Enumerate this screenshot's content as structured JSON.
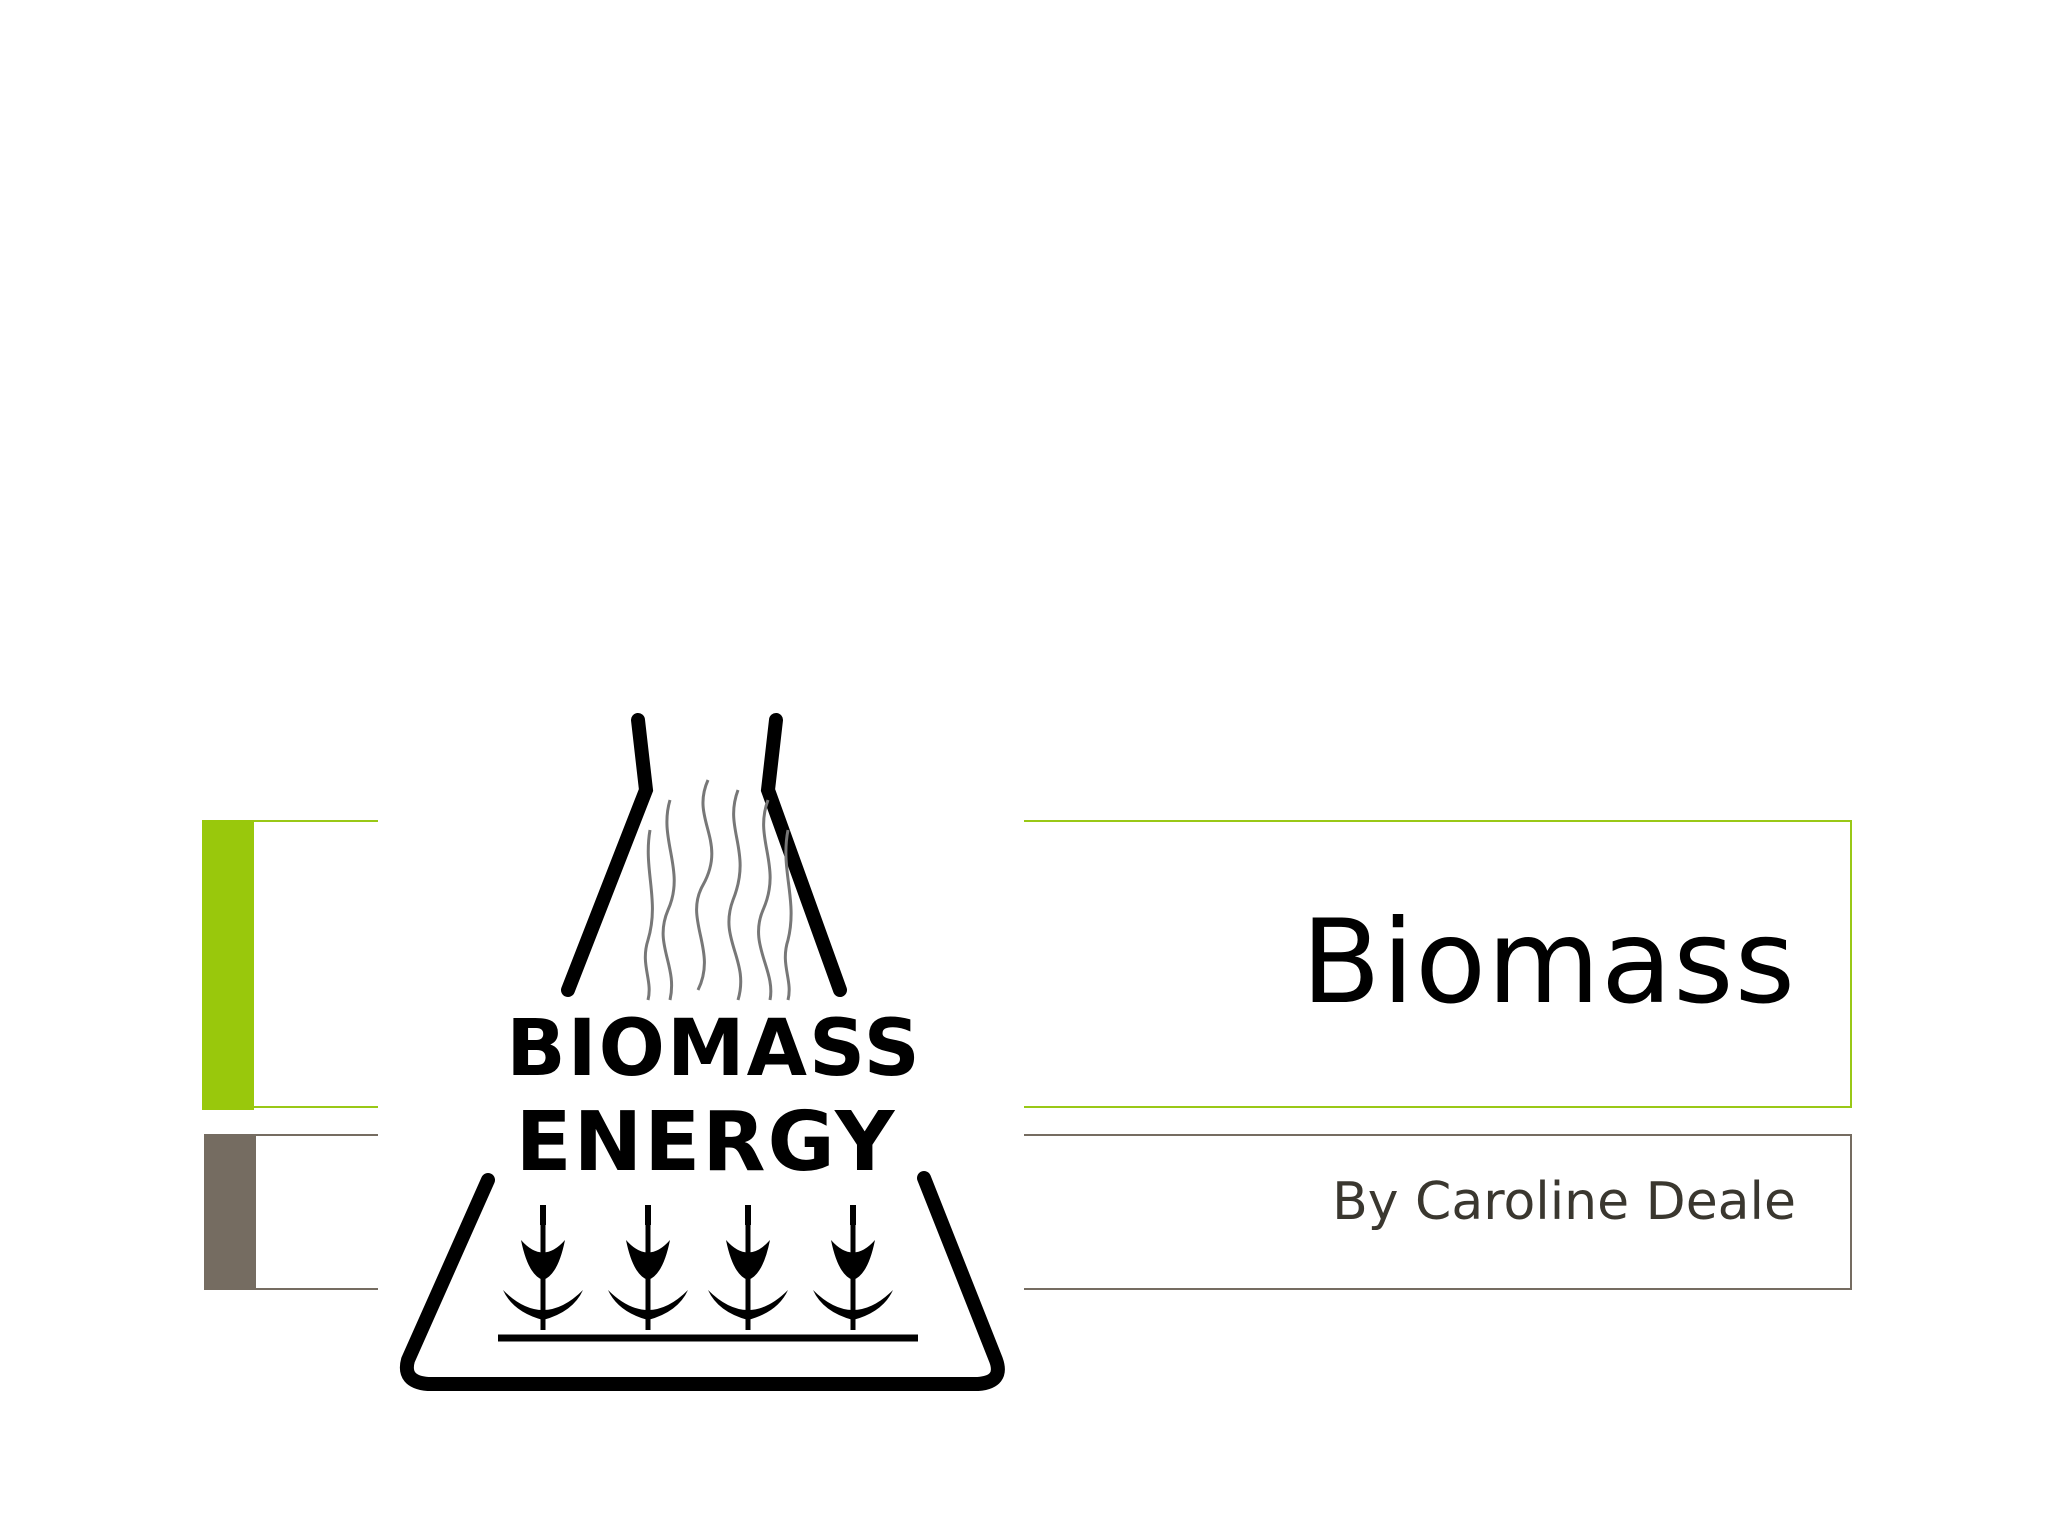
{
  "slide": {
    "title": "Biomass",
    "subtitle": "By Caroline Deale"
  },
  "logo": {
    "line1": "BIOMASS",
    "line2": "ENERGY",
    "icon": "flask-with-plants-icon"
  },
  "colors": {
    "title_accent": "#99c80c",
    "subtitle_accent": "#756c61",
    "title_text": "#000000",
    "subtitle_text": "#3a372f"
  }
}
